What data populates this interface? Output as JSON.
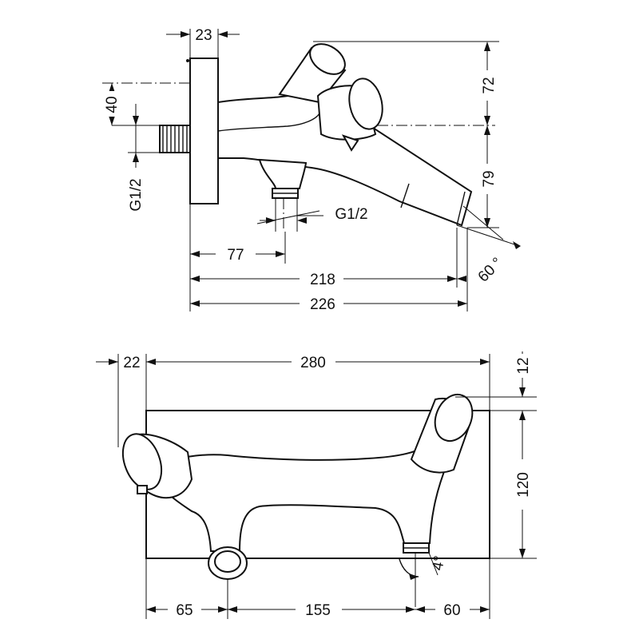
{
  "top_view": {
    "dims": {
      "flange_thickness": "23",
      "height_upper": "72",
      "offset_40": "40",
      "thread_left": "G1/2",
      "height_lower": "79",
      "thread_bottom": "G1/2",
      "outlet_distance": "77",
      "length_218": "218",
      "length_226": "226",
      "angle": "60 °"
    }
  },
  "front_view": {
    "dims": {
      "left_22": "22",
      "width_280": "280",
      "top_12": "12",
      "height_120": "120",
      "angle_4": "4°",
      "bottom_65": "65",
      "bottom_155": "155",
      "bottom_60": "60"
    }
  }
}
